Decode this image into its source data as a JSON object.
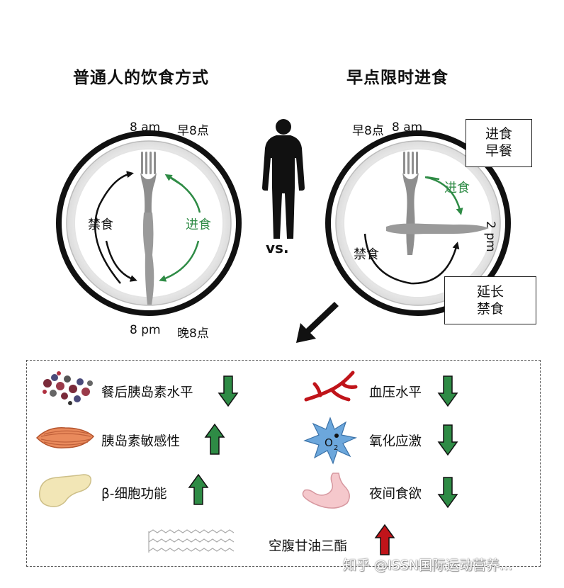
{
  "left_panel": {
    "title": "普通人的饮食方式",
    "time_top": "8 am",
    "time_top_cn": "早8点",
    "time_bottom": "8 pm",
    "time_bottom_cn": "晚8点",
    "fasting_label": "禁食",
    "eating_label": "进食"
  },
  "right_panel": {
    "title": "早点限时进食",
    "time_top_cn": "早8点",
    "time_top": "8 am",
    "time_right": "2 pm",
    "eating_label": "进食",
    "fasting_label": "禁食",
    "box_breakfast": [
      "进食",
      "早餐"
    ],
    "box_extended": [
      "延长",
      "禁食"
    ]
  },
  "vs_label": "vs.",
  "effects": {
    "left": [
      {
        "label": "餐后胰岛素水平",
        "direction": "down"
      },
      {
        "label": "胰岛素敏感性",
        "direction": "up"
      },
      {
        "label": "β-细胞功能",
        "direction": "up"
      }
    ],
    "right": [
      {
        "label": "血压水平",
        "direction": "down"
      },
      {
        "label": "氧化应激",
        "direction": "down"
      },
      {
        "label": "夜间食欲",
        "direction": "down"
      }
    ],
    "bottom": {
      "label": "空腹甘油三酯",
      "direction": "up"
    }
  },
  "oxygen_label": "O",
  "oxygen_sub": "2",
  "watermark": "知乎 @ISSN国际运动营养...",
  "colors": {
    "green_arrow": "#2e8b45",
    "red_arrow": "#c0141a",
    "plate_rim": "#111111"
  }
}
